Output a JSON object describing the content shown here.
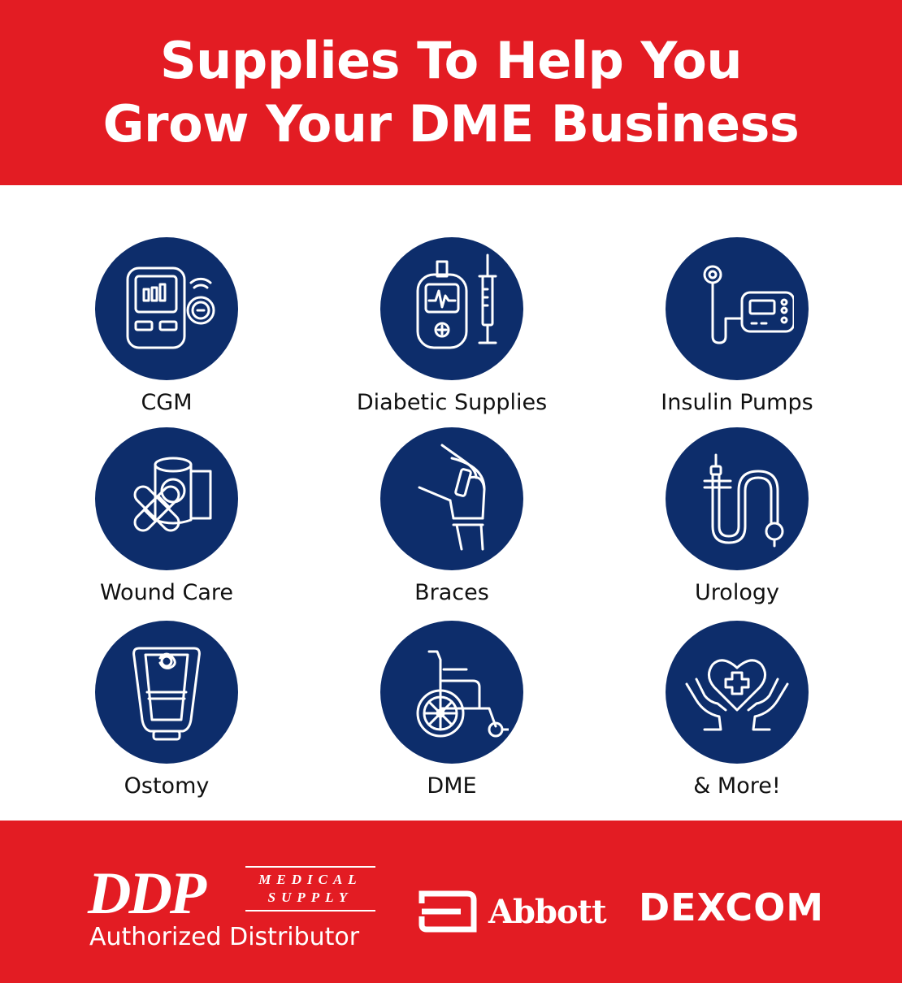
{
  "header": {
    "title_line1": "Supplies To Help You",
    "title_line2": "Grow Your DME Business"
  },
  "categories": [
    {
      "label": "CGM",
      "icon": "cgm-icon"
    },
    {
      "label": "Diabetic Supplies",
      "icon": "glucometer-syringe-icon"
    },
    {
      "label": "Insulin Pumps",
      "icon": "insulin-pump-icon"
    },
    {
      "label": "Wound Care",
      "icon": "bandage-icon"
    },
    {
      "label": "Braces",
      "icon": "knee-brace-icon"
    },
    {
      "label": "Urology",
      "icon": "catheter-icon"
    },
    {
      "label": "Ostomy",
      "icon": "ostomy-bag-icon"
    },
    {
      "label": "DME",
      "icon": "wheelchair-icon"
    },
    {
      "label": "& More!",
      "icon": "heart-hands-icon"
    }
  ],
  "footer": {
    "ddp_logo": "DDP",
    "ddp_sub1": "MEDICAL",
    "ddp_sub2": "SUPPLY",
    "authorized": "Authorized Distributor",
    "abbott": "Abbott",
    "dexcom": "DEXCOM"
  },
  "colors": {
    "brand_red": "#e31c23",
    "icon_navy": "#0d2d6b"
  }
}
